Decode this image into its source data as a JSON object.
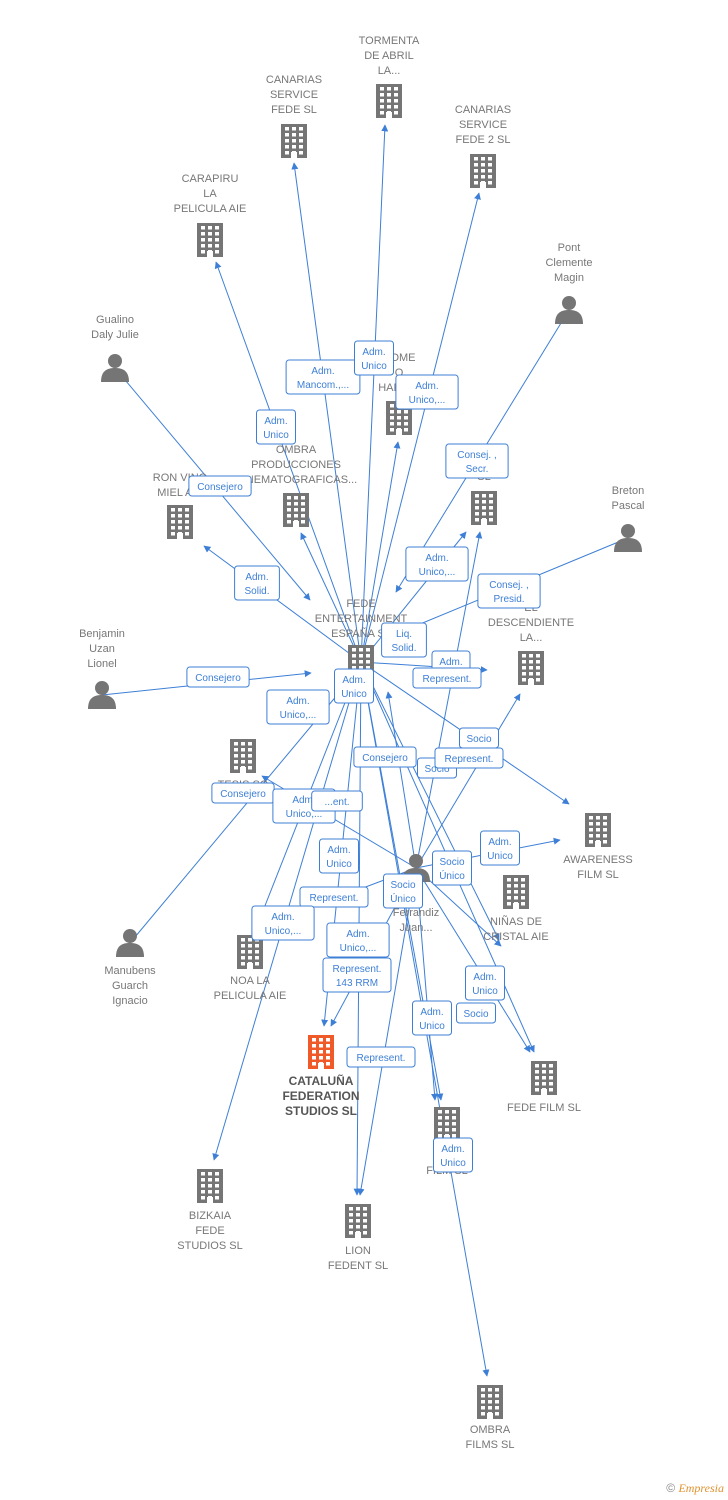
{
  "colors": {
    "edge": "#3d7fd6",
    "company": "#757575",
    "company_main": "#f05a28",
    "person": "#757575"
  },
  "nodes": [
    {
      "id": "tormenta",
      "type": "company",
      "label": [
        "TORMENTA",
        "DE ABRIL",
        "LA..."
      ]
    },
    {
      "id": "canarias1",
      "type": "company",
      "label": [
        "CANARIAS",
        "SERVICE",
        "FEDE  SL"
      ]
    },
    {
      "id": "canarias2",
      "type": "company",
      "label": [
        "CANARIAS",
        "SERVICE",
        "FEDE 2  SL"
      ]
    },
    {
      "id": "carapiru",
      "type": "company",
      "label": [
        "CARAPIRU",
        "LA",
        "PELICULA AIE"
      ]
    },
    {
      "id": "pont",
      "type": "person",
      "label": [
        "Pont",
        "Clemente",
        "Magin"
      ]
    },
    {
      "id": "gualino",
      "type": "person",
      "label": [
        "Gualino",
        "Daly Julie"
      ]
    },
    {
      "id": "come",
      "type": "company",
      "label": [
        "COME",
        "O",
        "HARM..."
      ]
    },
    {
      "id": "ombraprod",
      "type": "company",
      "label": [
        "OMBRA",
        "PRODUCCIONES",
        "CINEMATOGRAFICAS..."
      ]
    },
    {
      "id": "ronvino",
      "type": "company",
      "label": [
        "RON VINO",
        "MIEL AIE"
      ]
    },
    {
      "id": "nt",
      "type": "company",
      "label": [
        "NT",
        "SL"
      ]
    },
    {
      "id": "breton",
      "type": "person",
      "label": [
        "Breton",
        "Pascal"
      ]
    },
    {
      "id": "fede",
      "type": "company",
      "label": [
        "FEDE",
        "ENTERTAINMENT",
        "ESPAÑA  SL"
      ]
    },
    {
      "id": "descendiente",
      "type": "company",
      "label": [
        "EL",
        "DESCENDIENTE",
        "LA..."
      ]
    },
    {
      "id": "benjamin",
      "type": "person",
      "label": [
        "Benjamin",
        "Uzan",
        "Lionel"
      ]
    },
    {
      "id": "tesis",
      "type": "company",
      "label": [
        "TESIS SO",
        "...A AIE"
      ]
    },
    {
      "id": "awareness",
      "type": "company",
      "label": [
        "AWARENESS",
        "FILM  SL"
      ]
    },
    {
      "id": "ferrandiz",
      "type": "person",
      "label": [
        "Ferrandiz",
        "Juan..."
      ]
    },
    {
      "id": "ninas",
      "type": "company",
      "label": [
        "NIÑAS DE",
        "CRISTAL AIE"
      ]
    },
    {
      "id": "manubens",
      "type": "person",
      "label": [
        "Manubens",
        "Guarch",
        "Ignacio"
      ]
    },
    {
      "id": "noa",
      "type": "company",
      "label": [
        "NOA LA",
        "PELICULA AIE"
      ]
    },
    {
      "id": "cataluna",
      "type": "company_main",
      "label": [
        "CATALUÑA",
        "FEDERATION",
        "STUDIOS  SL"
      ]
    },
    {
      "id": "fedefilm",
      "type": "company",
      "label": [
        "FEDE FILM  SL"
      ]
    },
    {
      "id": "ra",
      "type": "company",
      "label": [
        "RA...",
        "FILM  SL"
      ]
    },
    {
      "id": "bizkaia",
      "type": "company",
      "label": [
        "BIZKAIA",
        "FEDE",
        "STUDIOS  SL"
      ]
    },
    {
      "id": "lion",
      "type": "company",
      "label": [
        "LION",
        "FEDENT  SL"
      ]
    },
    {
      "id": "ombrafilms",
      "type": "company",
      "label": [
        "OMBRA",
        "FILMS SL"
      ]
    }
  ],
  "edge_labels": [
    [
      "Adm.",
      "Mancom.,..."
    ],
    [
      "Adm.",
      "Unico"
    ],
    [
      "Adm.",
      "Unico,..."
    ],
    [
      "Adm.",
      "Unico"
    ],
    [
      "Consej. ,",
      "Secr."
    ],
    [
      "Consejero"
    ],
    [
      "Adm.",
      "Solid."
    ],
    [
      "Adm.",
      "Unico,..."
    ],
    [
      "Consej. ,",
      "Presid."
    ],
    [
      "Liq.",
      "Solid."
    ],
    [
      "Adm."
    ],
    [
      "Represent."
    ],
    [
      "Consejero"
    ],
    [
      "Adm.",
      "Unico"
    ],
    [
      "Adm.",
      "Unico,..."
    ],
    [
      "Socio"
    ],
    [
      "Consejero"
    ],
    [
      "Socio"
    ],
    [
      "Represent."
    ],
    [
      "Consejero"
    ],
    [
      "Adm.",
      "Unico,..."
    ],
    [
      "...ent."
    ],
    [
      "Adm.",
      "Unico"
    ],
    [
      "Adm.",
      "Unico"
    ],
    [
      "Socio",
      "Único"
    ],
    [
      "Socio",
      "Único"
    ],
    [
      "Represent."
    ],
    [
      "Adm.",
      "Unico,..."
    ],
    [
      "Adm.",
      "Unico,..."
    ],
    [
      "Represent.",
      "143 RRM"
    ],
    [
      "Adm.",
      "Unico"
    ],
    [
      "Adm.",
      "Unico"
    ],
    [
      "Socio"
    ],
    [
      "Represent."
    ],
    [
      "Adm.",
      "Unico"
    ]
  ],
  "footer": {
    "copyright": "©",
    "brand": "Empresia"
  }
}
